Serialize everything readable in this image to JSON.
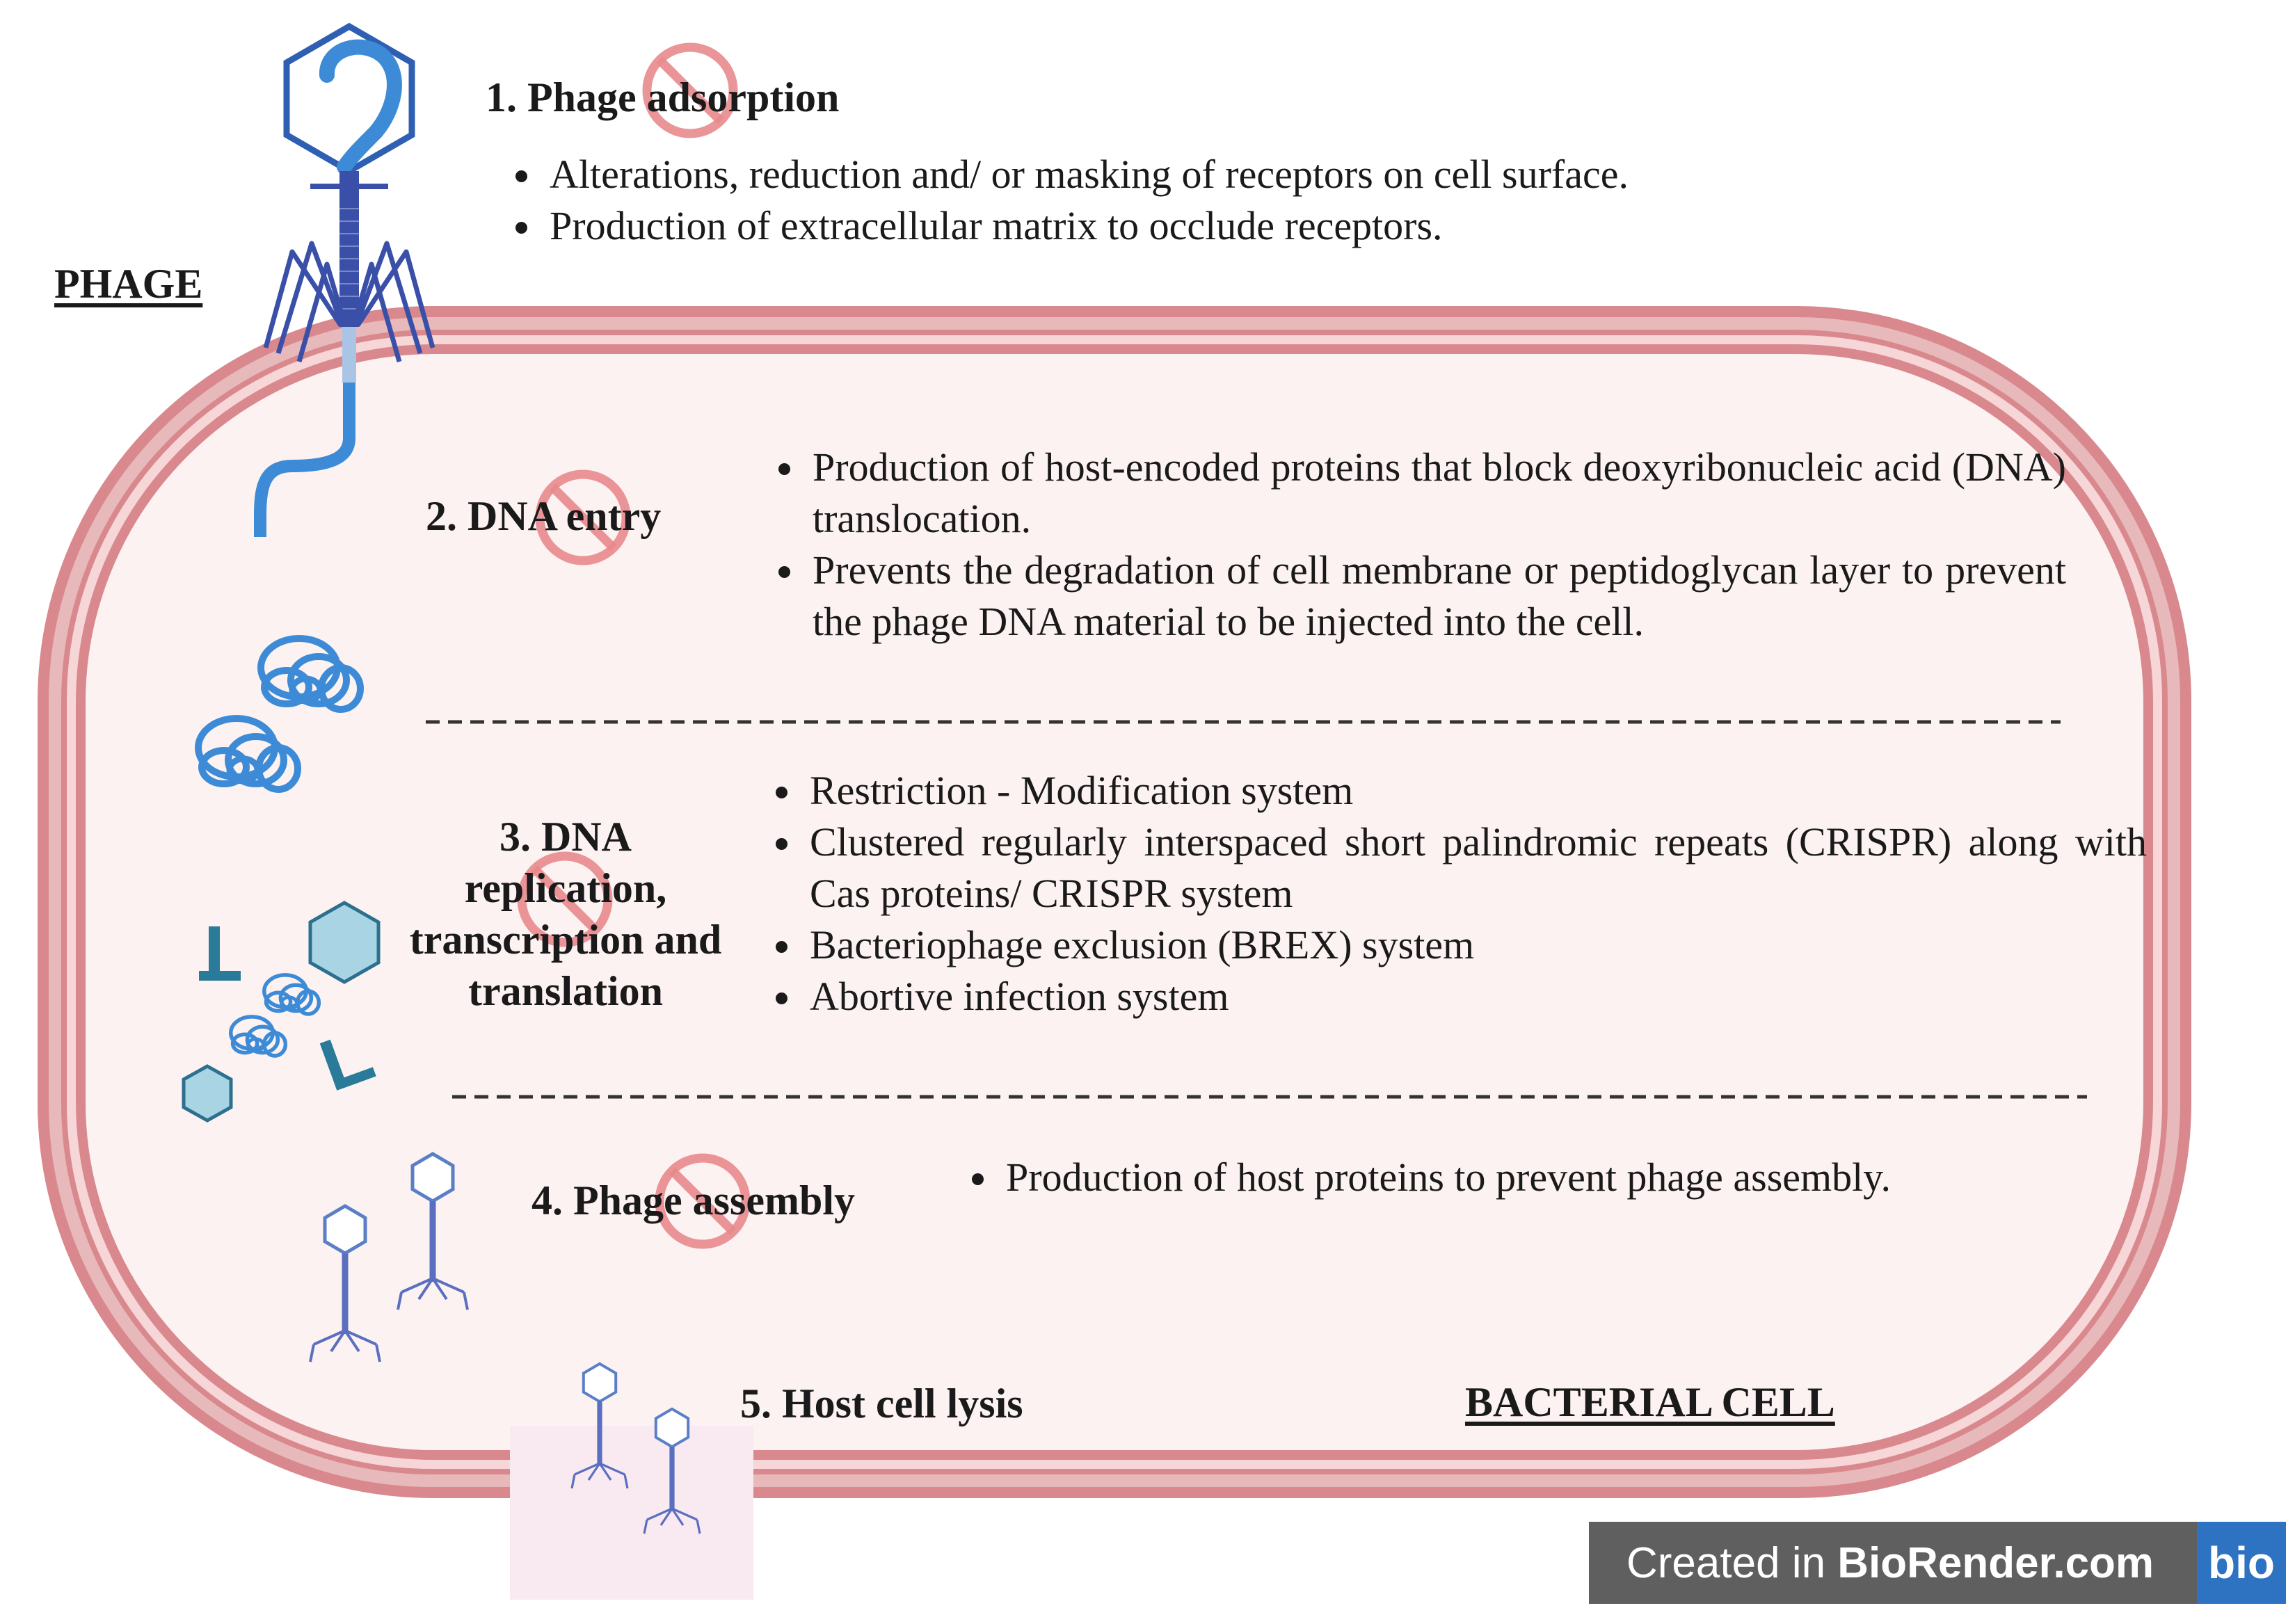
{
  "labels": {
    "phage": "PHAGE",
    "bacterial_cell": "BACTERIAL CELL"
  },
  "steps": {
    "step1": {
      "title": "1.  Phage adsorption",
      "bullets": [
        "Alterations, reduction and/ or masking of receptors on cell surface.",
        "Production of extracellular matrix to occlude receptors."
      ]
    },
    "step2": {
      "title": "2. DNA entry",
      "bullets": [
        "Production of host-encoded proteins that block deoxyribonucleic acid (DNA) translocation.",
        "Prevents the degradation of cell membrane or peptidoglycan layer to prevent the phage DNA material to be injected into the cell."
      ]
    },
    "step3": {
      "title_lines": [
        "3. DNA",
        "replication,",
        "transcription and",
        "translation"
      ],
      "bullets": [
        "Restriction - Modification system",
        "Clustered regularly interspaced short palindromic repeats (CRISPR) along with Cas proteins/ CRISPR system",
        "Bacteriophage exclusion (BREX)  system",
        "Abortive infection system"
      ]
    },
    "step4": {
      "title": "4. Phage assembly",
      "bullets": [
        "Production of host proteins to prevent phage assembly."
      ]
    },
    "step5": {
      "title": "5. Host cell lysis"
    }
  },
  "badge": {
    "prefix": "Created in ",
    "brand": "BioRender.com",
    "logo": "bio"
  },
  "colors": {
    "membrane": "#d9898e",
    "membrane_light": "#f2c9cb",
    "cytoplasm": "#fdf2f2",
    "phage_blue": "#3d8bd6",
    "phage_dark": "#3a4fa8",
    "block_red": "#e8898d",
    "badge_bg": "#5f5f5f",
    "badge_logo": "#2e73c2"
  },
  "icons": [
    "phage-icon",
    "dna-coil-icon",
    "protein-hexagon-icon",
    "enzyme-t-icon",
    "no-entry-icon"
  ]
}
